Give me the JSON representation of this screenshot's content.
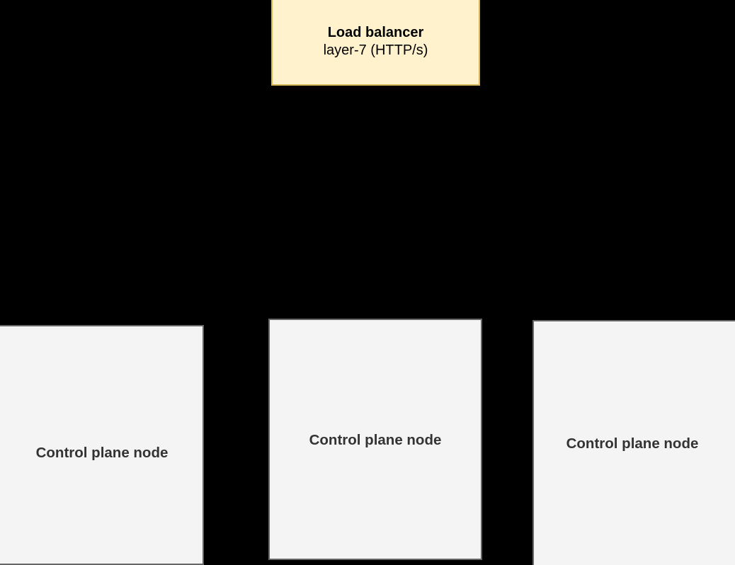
{
  "diagram": {
    "background_color": "#000000",
    "nodes": [
      {
        "id": "load-balancer",
        "title": "Load balancer",
        "subtitle": "layer-7 (HTTP/s)",
        "fill_color": "#fff2cc",
        "border_color": "#d6b656",
        "text_color": "#000000"
      },
      {
        "id": "control-plane-node-1",
        "label": "Control plane node",
        "fill_color": "#f4f4f4",
        "border_color": "#666666",
        "text_color": "#333333"
      },
      {
        "id": "control-plane-node-2",
        "label": "Control plane node",
        "fill_color": "#f4f4f4",
        "border_color": "#666666",
        "text_color": "#333333"
      },
      {
        "id": "control-plane-node-3",
        "label": "Control plane node",
        "fill_color": "#f4f4f4",
        "border_color": "#666666",
        "text_color": "#333333"
      }
    ]
  }
}
